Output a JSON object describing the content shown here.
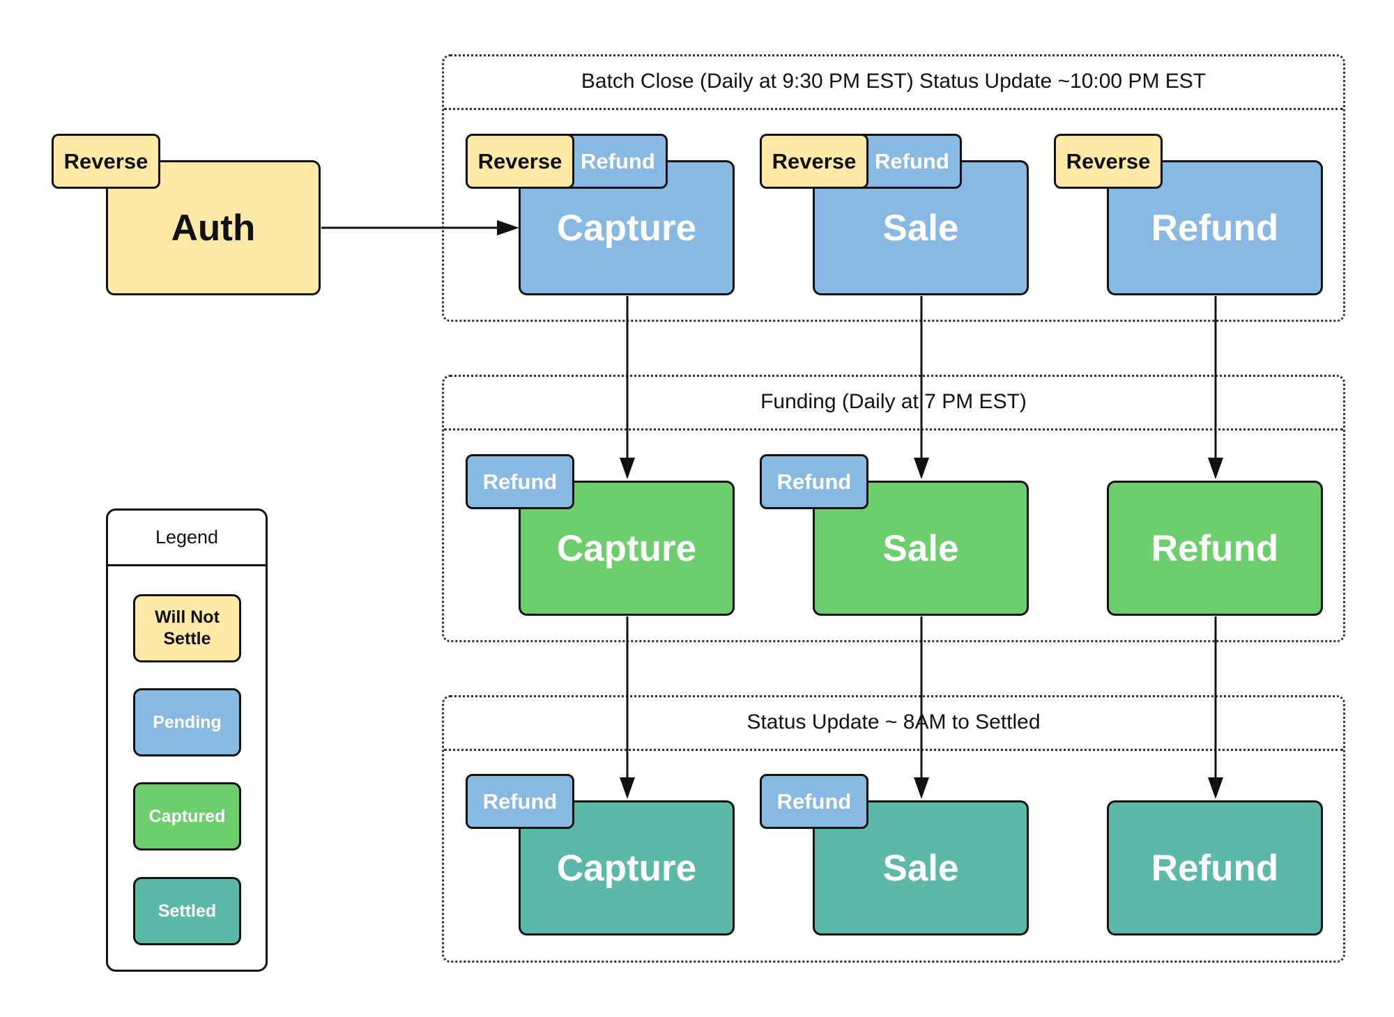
{
  "groups": {
    "batch_close": "Batch Close (Daily at 9:30 PM EST) Status Update ~10:00 PM EST",
    "funding": "Funding (Daily at 7 PM EST)",
    "status_update": "Status Update ~ 8AM to Settled"
  },
  "auth": {
    "label": "Auth",
    "tab": "Reverse"
  },
  "pending": {
    "capture": {
      "label": "Capture",
      "tab_reverse": "Reverse",
      "tab_refund": "Refund"
    },
    "sale": {
      "label": "Sale",
      "tab_reverse": "Reverse",
      "tab_refund": "Refund"
    },
    "refund": {
      "label": "Refund",
      "tab_reverse": "Reverse"
    }
  },
  "captured": {
    "capture": {
      "label": "Capture",
      "tab_refund": "Refund"
    },
    "sale": {
      "label": "Sale",
      "tab_refund": "Refund"
    },
    "refund": {
      "label": "Refund"
    }
  },
  "settled": {
    "capture": {
      "label": "Capture",
      "tab_refund": "Refund"
    },
    "sale": {
      "label": "Sale",
      "tab_refund": "Refund"
    },
    "refund": {
      "label": "Refund"
    }
  },
  "legend": {
    "title": "Legend",
    "items": [
      "Will Not Settle",
      "Pending",
      "Captured",
      "Settled"
    ]
  },
  "colors": {
    "will_not_settle": "#FFE9A6",
    "pending": "#87B9E3",
    "captured": "#6DCE6D",
    "settled": "#5CB9A8"
  }
}
